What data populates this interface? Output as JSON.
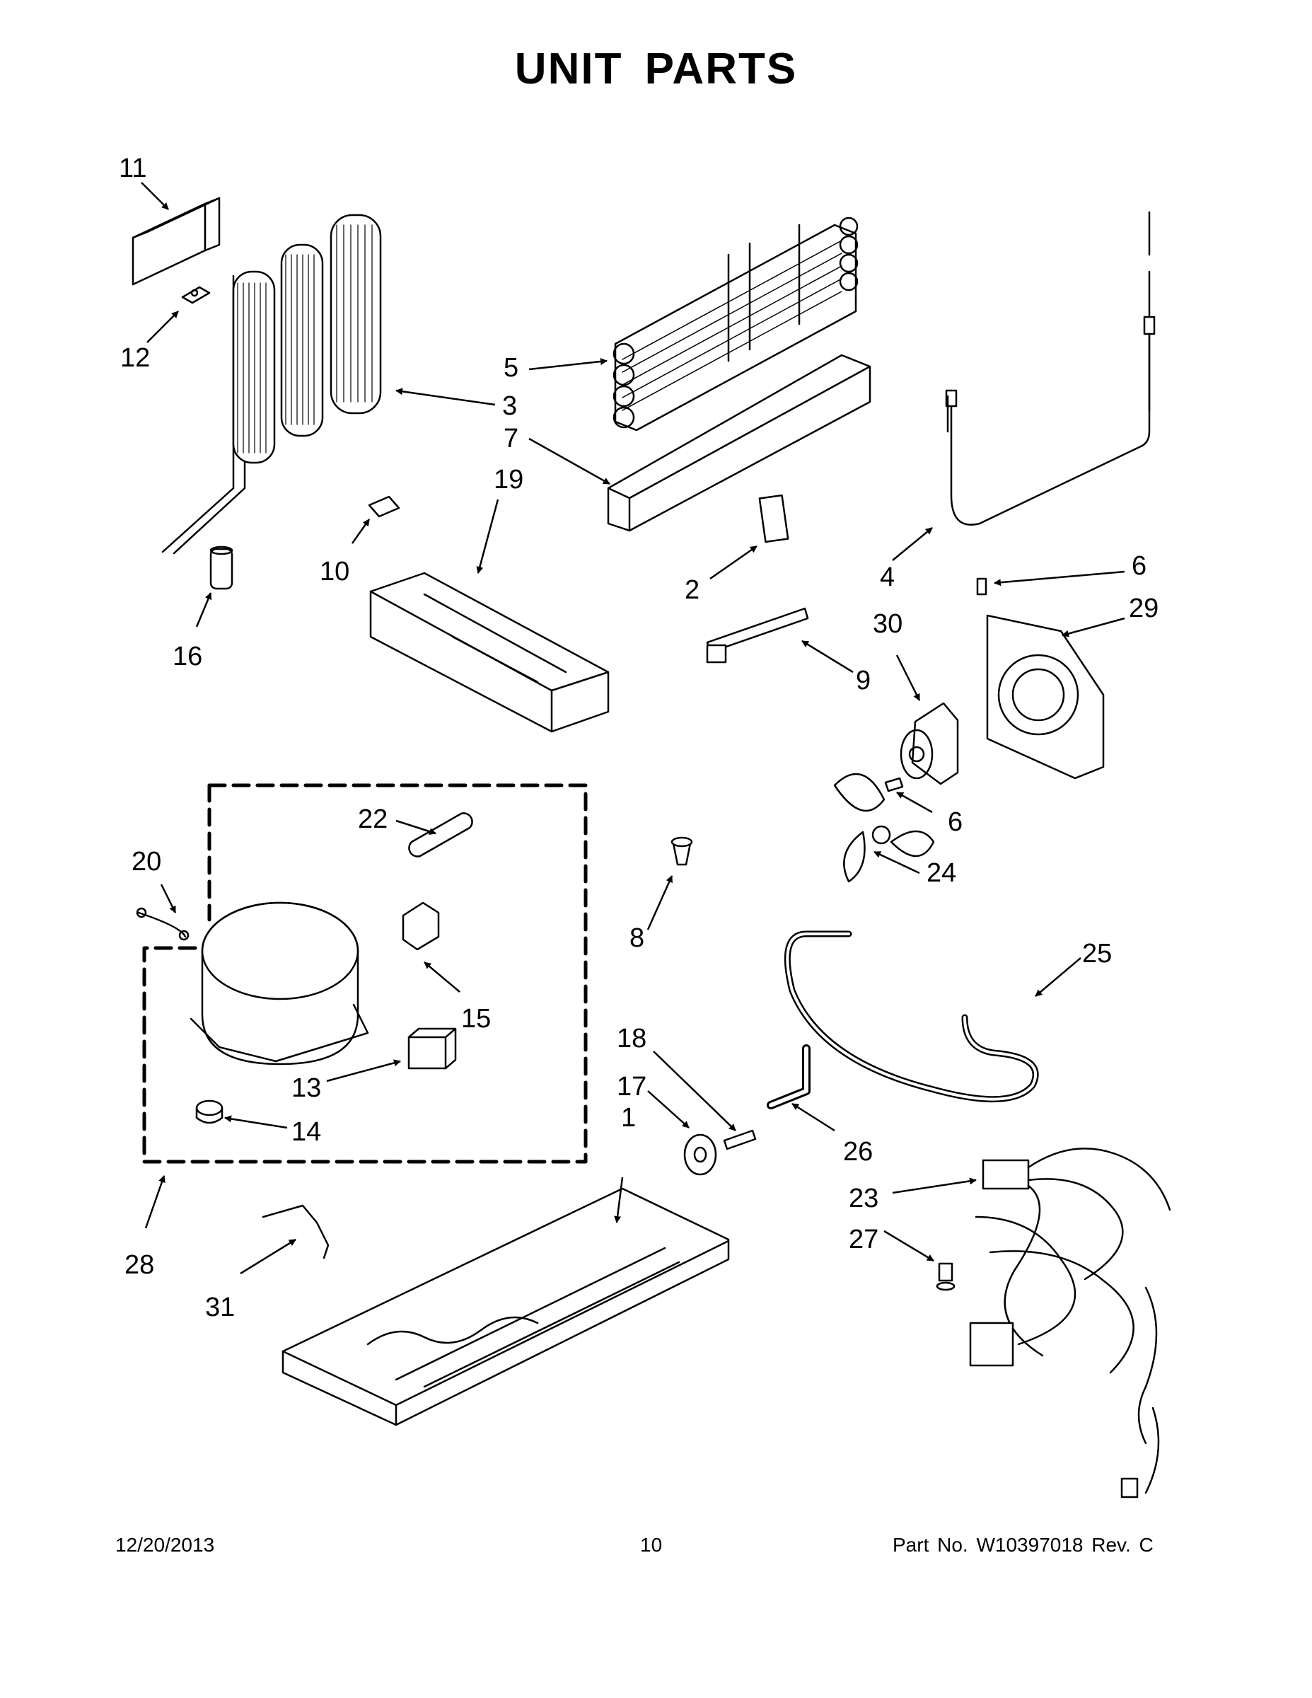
{
  "page": {
    "title": "UNIT PARTS"
  },
  "callouts": [
    "11",
    "12",
    "3",
    "5",
    "7",
    "19",
    "10",
    "16",
    "2",
    "4",
    "6",
    "29",
    "30",
    "9",
    "6",
    "24",
    "22",
    "20",
    "15",
    "13",
    "14",
    "8",
    "25",
    "18",
    "17",
    "1",
    "26",
    "23",
    "27",
    "28",
    "31"
  ],
  "footer": {
    "date": "12/20/2013",
    "page_number": "10",
    "part_number": "Part No.  W10397018  Rev.  C"
  }
}
